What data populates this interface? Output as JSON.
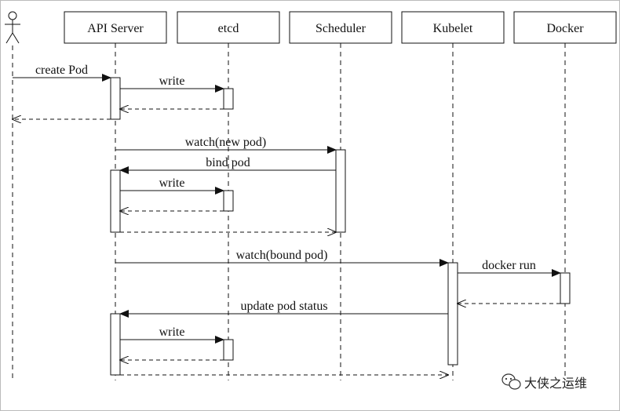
{
  "participants": [
    {
      "id": "user",
      "label": "",
      "kind": "actor"
    },
    {
      "id": "api",
      "label": "API Server",
      "kind": "box"
    },
    {
      "id": "etcd",
      "label": "etcd",
      "kind": "box"
    },
    {
      "id": "scheduler",
      "label": "Scheduler",
      "kind": "box"
    },
    {
      "id": "kubelet",
      "label": "Kubelet",
      "kind": "box"
    },
    {
      "id": "docker",
      "label": "Docker",
      "kind": "box"
    }
  ],
  "messages": [
    {
      "label": "create Pod",
      "from": "user",
      "to": "api",
      "type": "call"
    },
    {
      "label": "write",
      "from": "api",
      "to": "etcd",
      "type": "call"
    },
    {
      "label": "",
      "from": "etcd",
      "to": "api",
      "type": "return"
    },
    {
      "label": "",
      "from": "api",
      "to": "user",
      "type": "return"
    },
    {
      "label": "watch(new pod)",
      "from": "api",
      "to": "scheduler",
      "type": "call"
    },
    {
      "label": "bind pod",
      "from": "scheduler",
      "to": "api",
      "type": "call"
    },
    {
      "label": "write",
      "from": "api",
      "to": "etcd",
      "type": "call"
    },
    {
      "label": "",
      "from": "etcd",
      "to": "api",
      "type": "return"
    },
    {
      "label": "",
      "from": "api",
      "to": "scheduler",
      "type": "return"
    },
    {
      "label": "watch(bound pod)",
      "from": "api",
      "to": "kubelet",
      "type": "call"
    },
    {
      "label": "docker run",
      "from": "kubelet",
      "to": "docker",
      "type": "call"
    },
    {
      "label": "",
      "from": "docker",
      "to": "kubelet",
      "type": "return"
    },
    {
      "label": "update pod status",
      "from": "kubelet",
      "to": "api",
      "type": "call"
    },
    {
      "label": "write",
      "from": "api",
      "to": "etcd",
      "type": "call"
    },
    {
      "label": "",
      "from": "etcd",
      "to": "api",
      "type": "return"
    },
    {
      "label": "",
      "from": "api",
      "to": "kubelet",
      "type": "return"
    }
  ],
  "watermark": {
    "text": "大侠之运维",
    "icon": "wechat-icon"
  }
}
